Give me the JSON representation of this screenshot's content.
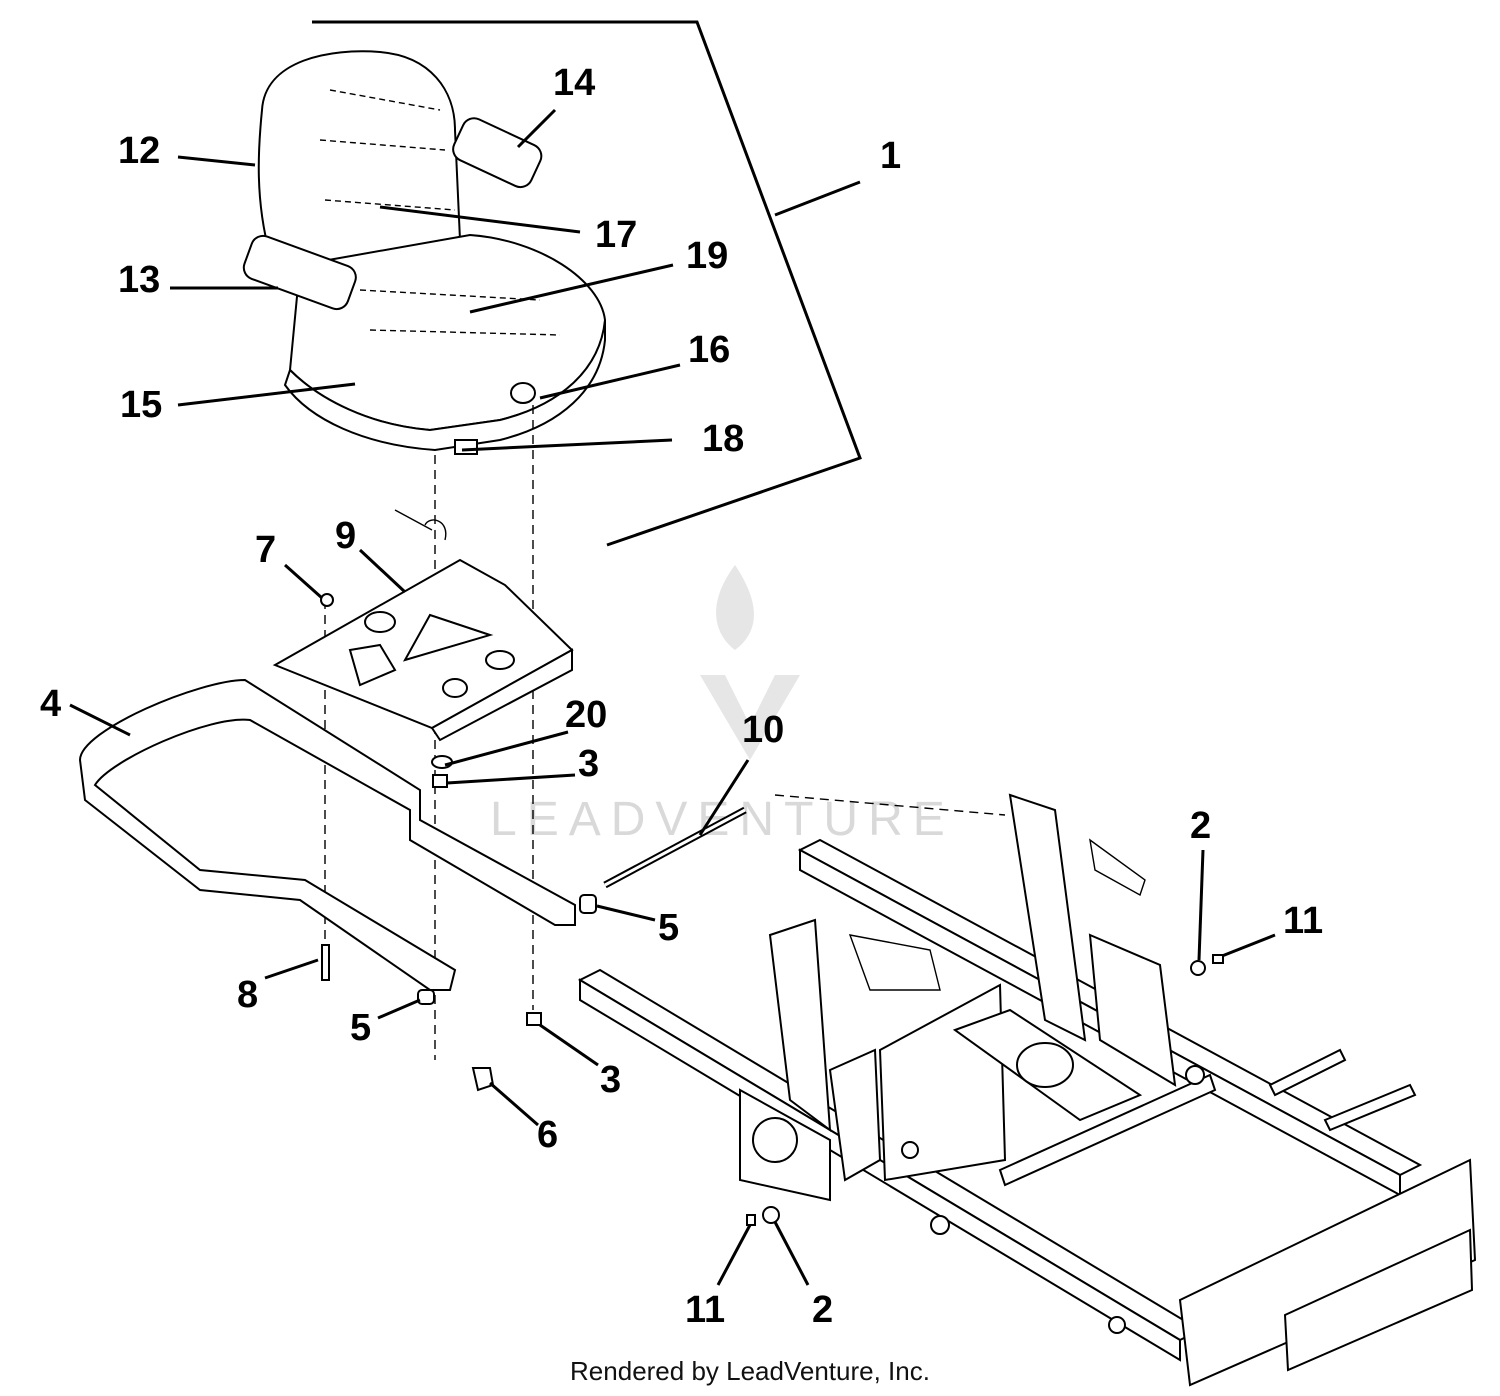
{
  "watermark": {
    "text": "LEADVENTURE"
  },
  "footer": {
    "text": "Rendered by LeadVenture, Inc."
  },
  "callouts": {
    "c1": "1",
    "c2a": "2",
    "c2b": "2",
    "c3a": "3",
    "c3b": "3",
    "c4": "4",
    "c5a": "5",
    "c5b": "5",
    "c6": "6",
    "c7": "7",
    "c8": "8",
    "c9": "9",
    "c10": "10",
    "c11a": "11",
    "c11b": "11",
    "c12": "12",
    "c13": "13",
    "c14": "14",
    "c15": "15",
    "c16": "16",
    "c17": "17",
    "c18": "18",
    "c19": "19",
    "c20": "20"
  }
}
